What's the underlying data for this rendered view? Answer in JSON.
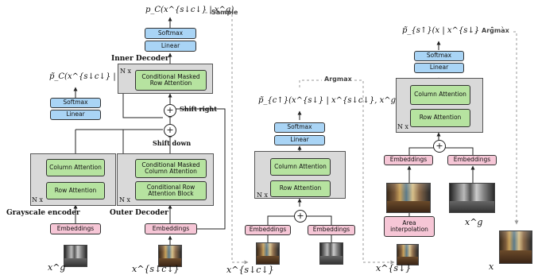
{
  "formulas": {
    "pc_top": "p_C(x^{s↓c↓} | x^g)",
    "pc_tilde": "p̃_C(x^{s↓c↓} | x^g)",
    "pc_up": "p̃_{c↑}(x^{s↓} | x^{s↓c↓}, x^g)",
    "ps_up": "p̃_{s↑}(x | x^{s↓}, x^g)"
  },
  "tags": {
    "sample": "Sample",
    "argmax1": "Argmax",
    "argmax2": "Argmax"
  },
  "section_labels": {
    "inner_decoder": "Inner Decoder",
    "shift_right": "Shift right",
    "shift_down": "Shift down",
    "grayscale_encoder": "Grayscale encoder",
    "outer_decoder": "Outer Decoder"
  },
  "blocks": {
    "softmax": "Softmax",
    "linear": "Linear",
    "conditional_masked_row_attention": "Conditional Masked Row Attention",
    "column_attention": "Column Attention",
    "row_attention": "Row Attention",
    "conditional_masked_column_attention": "Conditional Masked Column Attention",
    "conditional_row_attention_block": "Conditional Row Attention Block",
    "embeddings": "Embeddings",
    "area_interpolation": "Area interpolation",
    "nx": "N x",
    "plus": "+"
  },
  "image_labels": {
    "xg_left": "x^g",
    "x_sc_outer": "x^{s↓c↓}",
    "x_sc_mid": "x^{s↓c↓}",
    "x_s_down": "x^{s↓}",
    "xg_right": "x^g",
    "x_final": "x"
  }
}
